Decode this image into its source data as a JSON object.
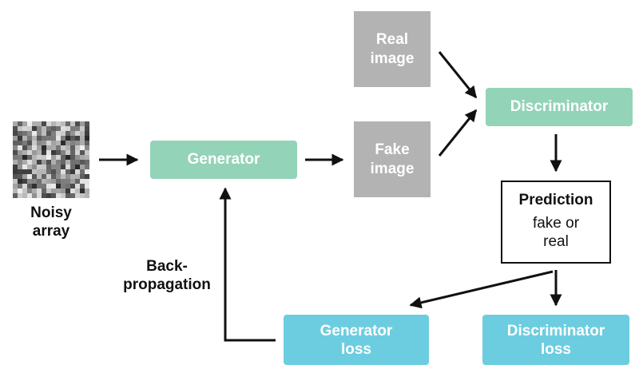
{
  "nodes": {
    "noisy_array_label": "Noisy\narray",
    "generator": "Generator",
    "real_image": "Real\nimage",
    "fake_image": "Fake\nimage",
    "discriminator": "Discriminator",
    "prediction_title": "Prediction",
    "prediction_sub": "fake or\nreal",
    "generator_loss": "Generator\nloss",
    "discriminator_loss": "Discriminator\nloss",
    "backprop_label": "Back-\npropagation"
  },
  "colors": {
    "generator_fill": "#93d3b8",
    "image_fill": "#b3b3b3",
    "loss_fill": "#6ccde0",
    "arrow": "#111111"
  }
}
